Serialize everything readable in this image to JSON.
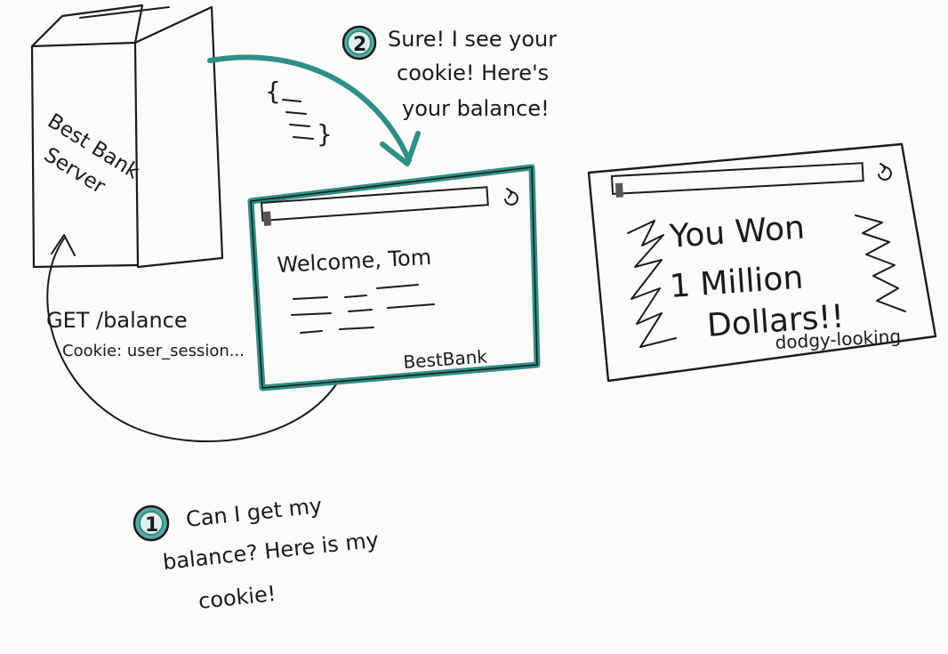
{
  "server": {
    "line1": "Best Bank",
    "line2": "Server"
  },
  "request": {
    "line1": "GET /balance",
    "line2": "Cookie: user_session..."
  },
  "step1": {
    "number": "1",
    "line1": "Can I get my",
    "line2": "balance? Here is my",
    "line3": "cookie!"
  },
  "step2": {
    "number": "2",
    "line1": "Sure! I see your",
    "line2": "cookie! Here's",
    "line3": "your balance!"
  },
  "payload": {
    "open": "{",
    "close": "}"
  },
  "bank_window": {
    "welcome": "Welcome, Tom",
    "brand": "BestBank"
  },
  "dodgy_window": {
    "line1": "You Won",
    "line2": "1 Million",
    "line3": "Dollars!!",
    "caption": "dodgy-looking"
  },
  "colors": {
    "accent": "#2f8f86",
    "ink": "#1a1a1a",
    "paper": "#fbfbfa"
  }
}
